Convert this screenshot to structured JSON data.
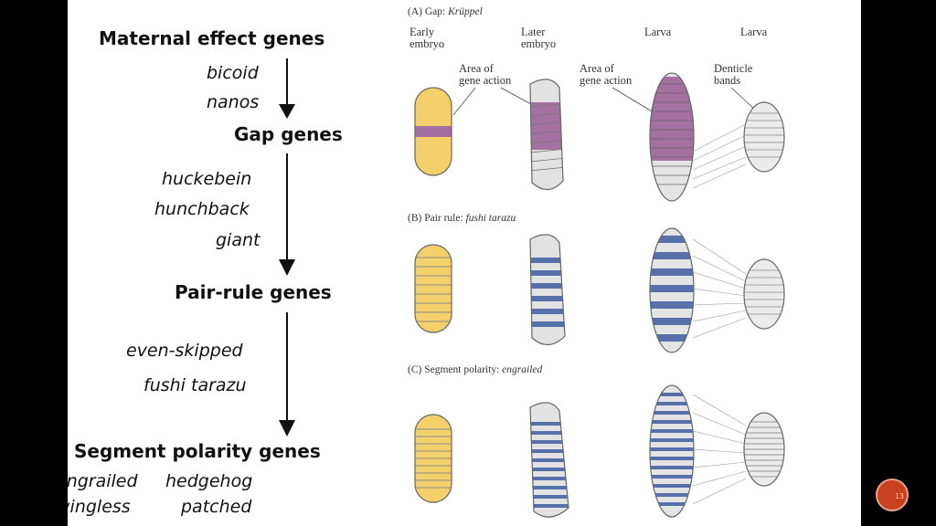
{
  "hierarchy": {
    "maternal": {
      "title": "Maternal effect genes",
      "genes": [
        "bicoid",
        "nanos"
      ]
    },
    "gap": {
      "title": "Gap genes",
      "genes": [
        "huckebein",
        "hunchback",
        "giant"
      ]
    },
    "pair_rule": {
      "title": "Pair-rule genes",
      "genes": [
        "even-skipped",
        "fushi tarazu"
      ]
    },
    "segment_polarity": {
      "title": "Segment polarity genes",
      "genes": [
        "engrailed",
        "hedgehog",
        "wingless",
        "patched"
      ]
    }
  },
  "figure": {
    "columns": [
      "Early\nembryo",
      "Later\nembryo",
      "Larva",
      "Larva"
    ],
    "panels": {
      "a": {
        "label": "(A)  Gap: ",
        "gene": "Krüppel",
        "color": "#a3709f"
      },
      "b": {
        "label": "(B)  Pair rule: ",
        "gene": "fushi tarazu",
        "color": "#5670aa"
      },
      "c": {
        "label": "(C)  Segment polarity: ",
        "gene": "engrailed",
        "color": "#5670aa"
      }
    },
    "annotations": {
      "area1": "Area of\ngene action",
      "area2": "Area of\ngene action",
      "denticle": "Denticle\nbands"
    },
    "colors": {
      "yolk": "#f4d06b",
      "segment_gray": "#cdcdcd"
    }
  },
  "nav": {
    "icon": "circle-nav-icon",
    "color": "#c9401d",
    "page": "13"
  }
}
